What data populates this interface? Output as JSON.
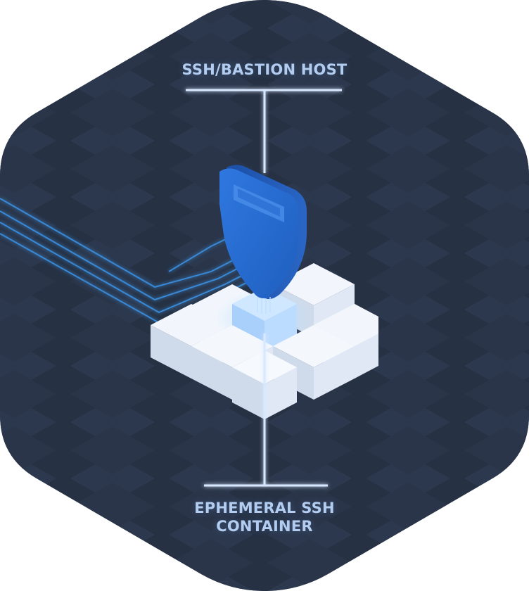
{
  "labels": {
    "top": "SSH/BASTION HOST",
    "bottom_line1": "EPHEMERAL SSH",
    "bottom_line2": "CONTAINER"
  },
  "colors": {
    "background": "#2e3a4e",
    "tile": "#334056",
    "accent_line": "#cfe3ff",
    "shield": "#2f72d6",
    "cube": "#e7eef8",
    "label_text": "#b3cdf0"
  },
  "icons": {
    "host": "shield-icon",
    "container": "cube-grid-icon"
  }
}
